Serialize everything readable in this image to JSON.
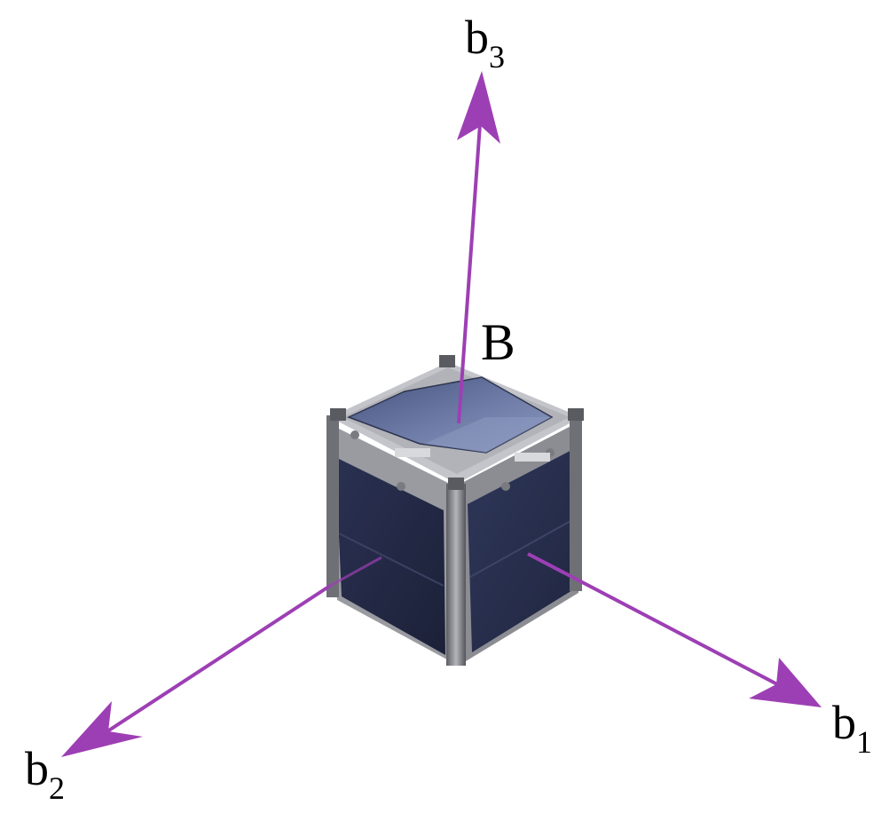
{
  "colors": {
    "axis": "#9d3fb4",
    "panel_dark": "#272d4a",
    "panel_blue": "#3b4a78",
    "frame": "#8f9096",
    "frame_light": "#c9cacf",
    "frame_dark": "#4a4b50"
  },
  "origin_label": "B",
  "axes": [
    {
      "id": "b1",
      "base": "b",
      "subscript": "1"
    },
    {
      "id": "b2",
      "base": "b",
      "subscript": "2"
    },
    {
      "id": "b3",
      "base": "b",
      "subscript": "3"
    }
  ],
  "object": "cubesat-icon"
}
